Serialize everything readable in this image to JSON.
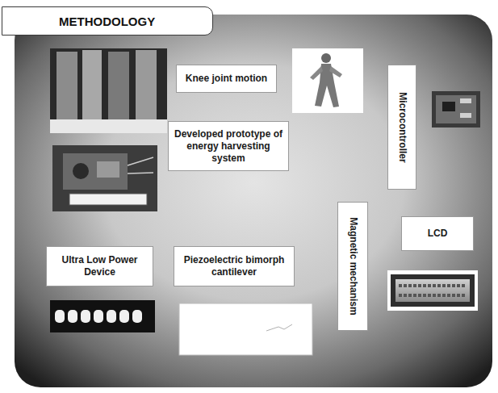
{
  "diagram": {
    "title": "METHODOLOGY",
    "nodes": [
      {
        "text": [
          "Knee joint motion"
        ]
      },
      {
        "text": [
          "Developed prototype of energy harvesting system"
        ]
      },
      {
        "text": [
          "Microcontroller"
        ]
      },
      {
        "text": [
          "Magnetic mechanism"
        ]
      },
      {
        "text": [
          "LCD"
        ]
      },
      {
        "text": [
          "Ultra Low Power Device"
        ]
      },
      {
        "text": [
          "Piezoelectric bimorph cantilever"
        ]
      }
    ]
  }
}
